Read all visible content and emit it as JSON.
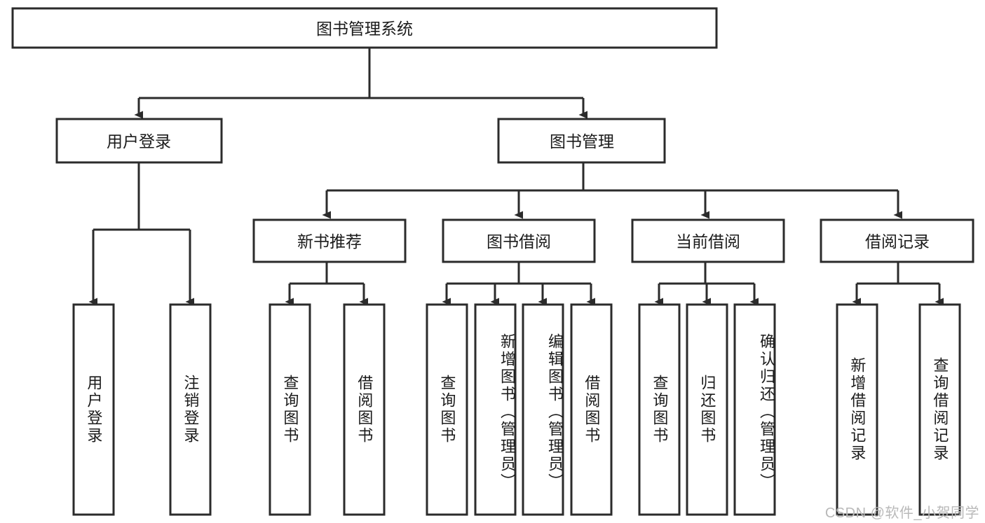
{
  "diagram": {
    "title": "图书管理系统",
    "type": "tree-hierarchy",
    "orientation": "top-down",
    "background_color": "#ffffff",
    "line_color": "#2b2b2b",
    "box_fill": "#ffffff",
    "text_color": "#1b1b1b"
  },
  "root": {
    "label": "图书管理系统"
  },
  "level2": [
    {
      "label": "用户登录"
    },
    {
      "label": "图书管理"
    }
  ],
  "level3": [
    {
      "label": "新书推荐"
    },
    {
      "label": "图书借阅"
    },
    {
      "label": "当前借阅"
    },
    {
      "label": "借阅记录"
    }
  ],
  "leaves": {
    "user_login": [
      {
        "label": "用户登录"
      },
      {
        "label": "注销登录"
      }
    ],
    "new_book_recommend": [
      {
        "label": "查询图书"
      },
      {
        "label": "借阅图书"
      }
    ],
    "book_borrow": [
      {
        "label": "查询图书"
      },
      {
        "label": "新增图书（管理员）"
      },
      {
        "label": "编辑图书（管理员）"
      },
      {
        "label": "借阅图书"
      }
    ],
    "current_borrow": [
      {
        "label": "查询图书"
      },
      {
        "label": "归还图书"
      },
      {
        "label": "确认归还（管理员）"
      }
    ],
    "borrow_record": [
      {
        "label": "新增借阅记录"
      },
      {
        "label": "查询借阅记录"
      }
    ]
  },
  "watermark": {
    "text": "CSDN @软件_小贺同学"
  }
}
